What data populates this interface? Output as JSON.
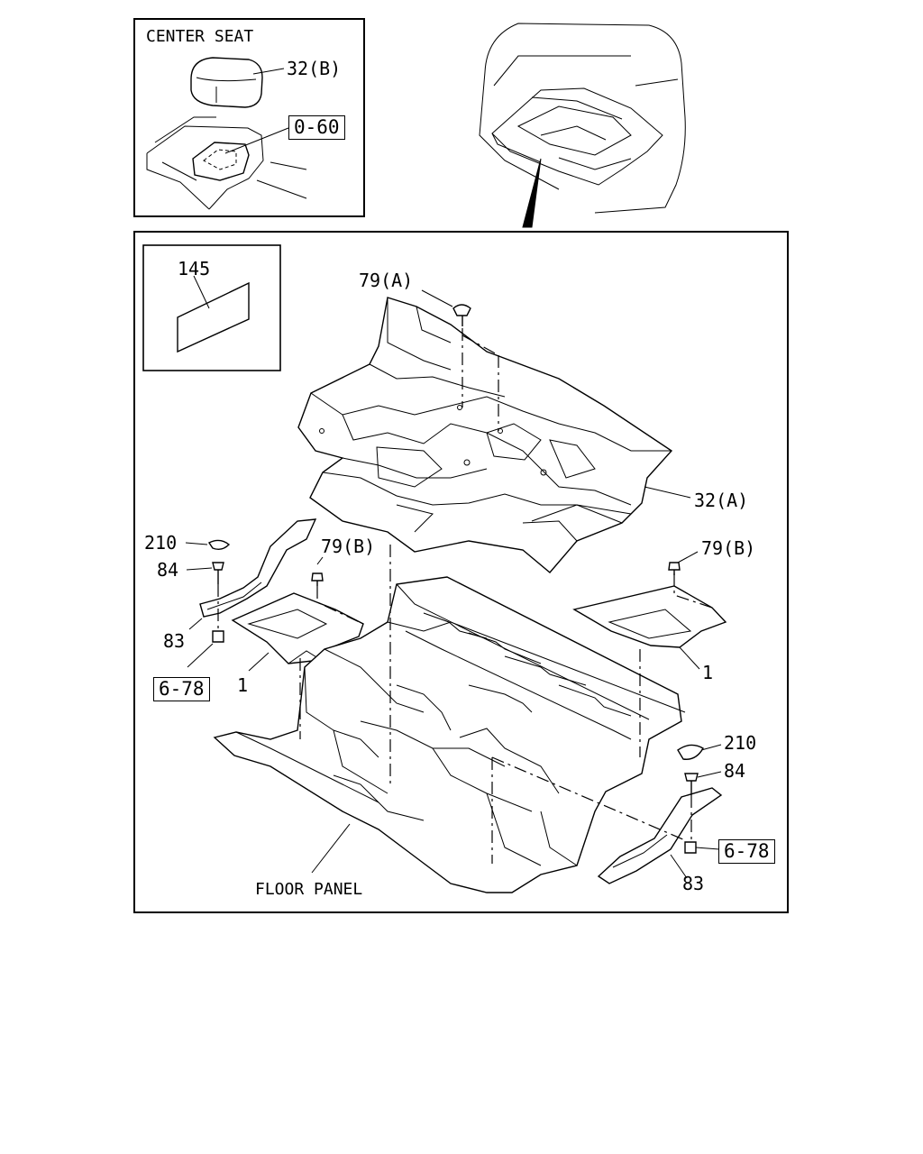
{
  "inset": {
    "title": "CENTER SEAT",
    "part_label": "32(B)",
    "ref_label": "0-60"
  },
  "sticker": {
    "label": "145"
  },
  "labels": {
    "clip_top": "79(A)",
    "floor_mat": "32(A)",
    "clip_left": "79(B)",
    "clip_right": "79(B)",
    "cap_left": "210",
    "screw_left": "84",
    "bracket_left": "83",
    "ref_left": "6-78",
    "pad_left": "1",
    "pad_right": "1",
    "cap_right": "210",
    "screw_right": "84",
    "ref_right": "6-78",
    "bracket_right": "83",
    "floor_panel": "FLOOR PANEL"
  }
}
